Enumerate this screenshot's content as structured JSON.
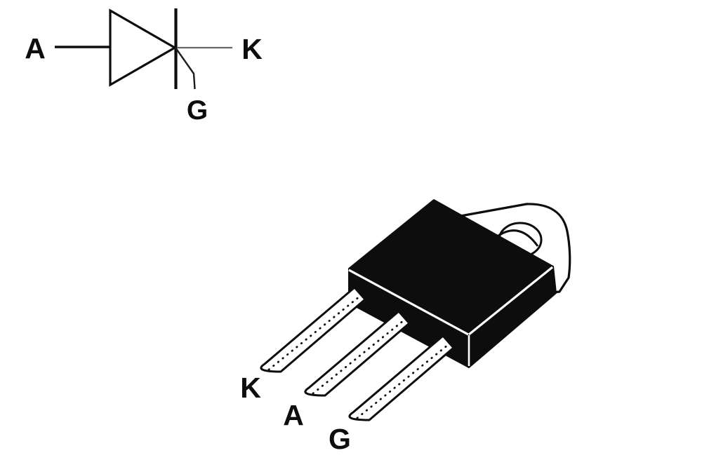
{
  "colors": {
    "background": "#ffffff",
    "ink": "#0d0d0d",
    "cathode_lead_gray": "#666666"
  },
  "symbol": {
    "name": "thyristor-schematic-symbol",
    "labels": {
      "anode": "A",
      "cathode": "K",
      "gate": "G"
    }
  },
  "package": {
    "name": "TO-247-power-package-drawing",
    "pins": [
      {
        "label": "K"
      },
      {
        "label": "A"
      },
      {
        "label": "G"
      }
    ]
  }
}
